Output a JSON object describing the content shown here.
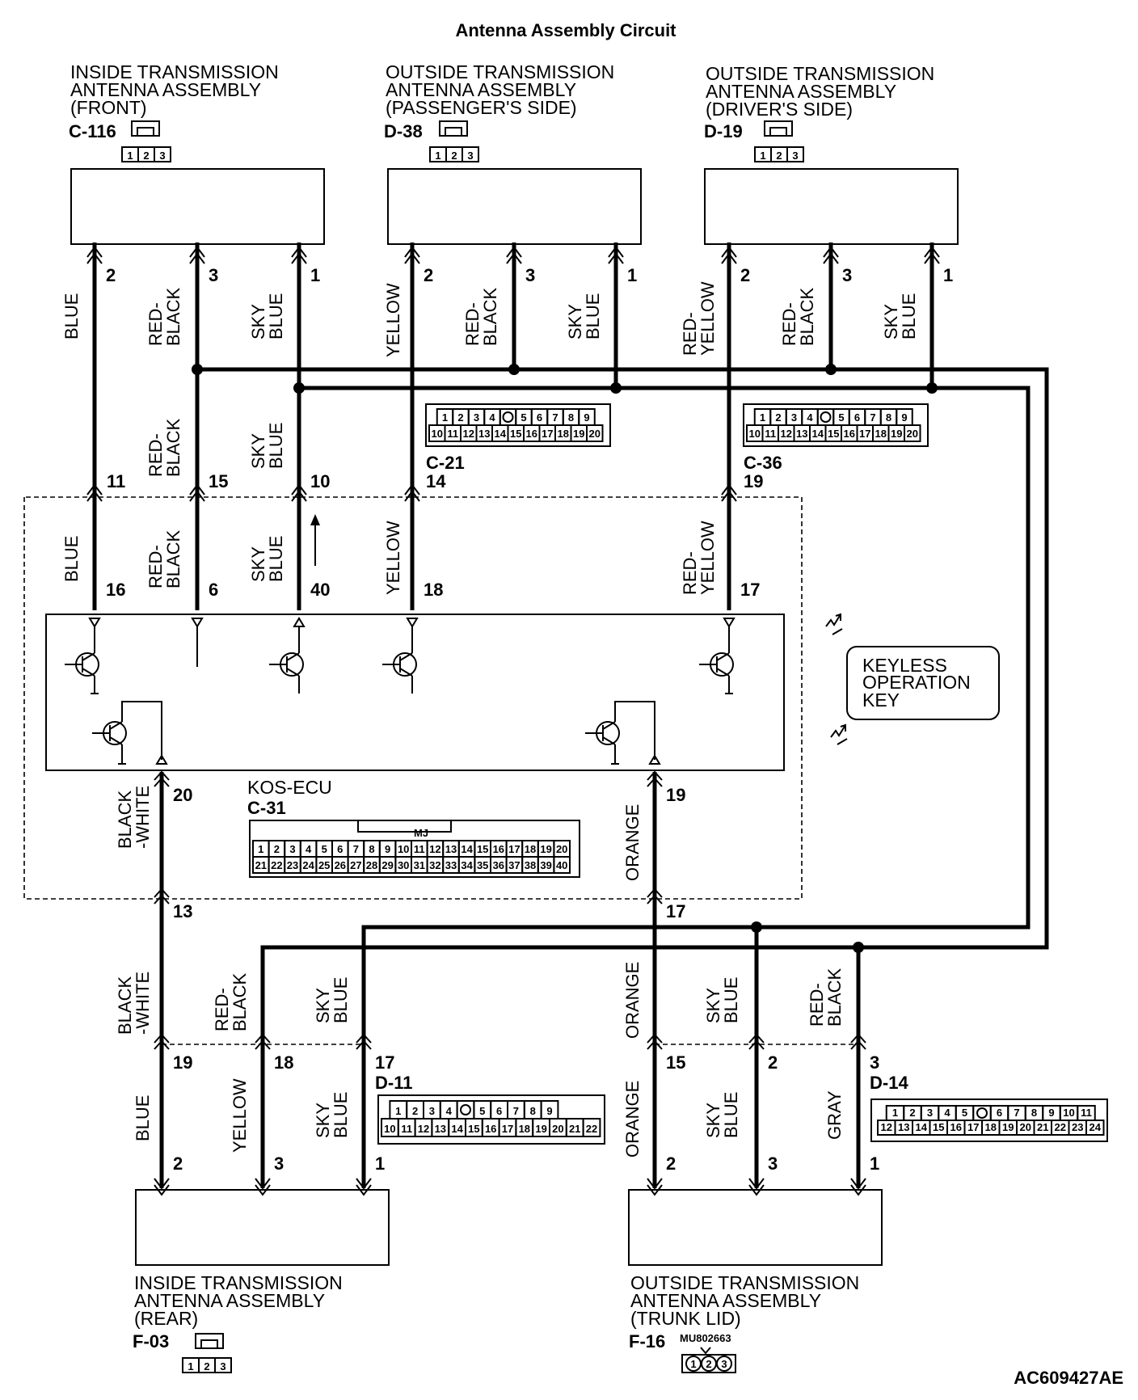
{
  "title": "Antenna Assembly Circuit",
  "figure_id": "AC609427AE",
  "components": {
    "front": {
      "name": [
        "INSIDE TRANSMISSION",
        "ANTENNA ASSEMBLY",
        "(FRONT)"
      ],
      "code": "C-116",
      "pins": [
        "2",
        "3",
        "1"
      ],
      "connector_cells": [
        "1",
        "2",
        "3"
      ]
    },
    "passenger": {
      "name": [
        "OUTSIDE TRANSMISSION",
        "ANTENNA ASSEMBLY",
        "(PASSENGER'S SIDE)"
      ],
      "code": "D-38",
      "pins": [
        "2",
        "3",
        "1"
      ],
      "connector_cells": [
        "1",
        "2",
        "3"
      ]
    },
    "driver": {
      "name": [
        "OUTSIDE TRANSMISSION",
        "ANTENNA ASSEMBLY",
        "(DRIVER'S SIDE)"
      ],
      "code": "D-19",
      "pins": [
        "2",
        "3",
        "1"
      ],
      "connector_cells": [
        "1",
        "2",
        "3"
      ]
    },
    "rear": {
      "name": [
        "INSIDE TRANSMISSION",
        "ANTENNA ASSEMBLY",
        "(REAR)"
      ],
      "code": "F-03",
      "pins": [
        "2",
        "3",
        "1"
      ],
      "connector_cells": [
        "1",
        "2",
        "3"
      ]
    },
    "trunk": {
      "name": [
        "OUTSIDE TRANSMISSION",
        "ANTENNA ASSEMBLY",
        "(TRUNK LID)"
      ],
      "code": "F-16",
      "part_no": "MU802663",
      "pins": [
        "2",
        "3",
        "1"
      ],
      "connector_cells": [
        "1",
        "2",
        "3"
      ]
    },
    "ecu": {
      "name": "KOS-ECU",
      "code": "C-31",
      "marker": "MJ",
      "pins_top": [
        "16",
        "6",
        "40",
        "18",
        "17"
      ],
      "pins_bottom": [
        "20",
        "19"
      ]
    },
    "key": {
      "name": [
        "KEYLESS",
        "OPERATION",
        "KEY"
      ]
    }
  },
  "connectors": {
    "c21": {
      "code": "C-21",
      "pin": "14"
    },
    "c36": {
      "code": "C-36",
      "pin": "19"
    },
    "d11": {
      "code": "D-11",
      "pins": [
        "19",
        "18",
        "17"
      ]
    },
    "d14": {
      "code": "D-14",
      "pins": [
        "15",
        "2",
        "3"
      ]
    },
    "ecu_joint_pins": [
      "11",
      "15",
      "10"
    ],
    "ecu_lower_pins": [
      "13",
      "17"
    ],
    "c21_cells": [
      [
        "1",
        "2",
        "3",
        "4",
        "",
        "5",
        "6",
        "7",
        "8",
        "9"
      ],
      [
        "10",
        "11",
        "12",
        "13",
        "14",
        "15",
        "16",
        "17",
        "18",
        "19",
        "20"
      ]
    ],
    "c31_cells": [
      [
        "1",
        "2",
        "3",
        "4",
        "5",
        "6",
        "7",
        "8",
        "9",
        "10",
        "11",
        "12",
        "13",
        "14",
        "15",
        "16",
        "17",
        "18",
        "19",
        "20"
      ],
      [
        "21",
        "22",
        "23",
        "24",
        "25",
        "26",
        "27",
        "28",
        "29",
        "30",
        "31",
        "32",
        "33",
        "34",
        "35",
        "36",
        "37",
        "38",
        "39",
        "40"
      ]
    ],
    "d11_cells": [
      [
        "1",
        "2",
        "3",
        "4",
        "",
        "5",
        "6",
        "7",
        "8",
        "9"
      ],
      [
        "10",
        "11",
        "12",
        "13",
        "14",
        "15",
        "16",
        "17",
        "18",
        "19",
        "20",
        "21",
        "22"
      ]
    ],
    "d14_cells": [
      [
        "1",
        "2",
        "3",
        "4",
        "5",
        "",
        "6",
        "7",
        "8",
        "9",
        "10",
        "11"
      ],
      [
        "12",
        "13",
        "14",
        "15",
        "16",
        "17",
        "18",
        "19",
        "20",
        "21",
        "22",
        "23",
        "24"
      ]
    ]
  },
  "wires": {
    "blue": "BLUE",
    "red_black": [
      "RED-",
      "BLACK"
    ],
    "sky_blue": [
      "SKY",
      "BLUE"
    ],
    "yellow": "YELLOW",
    "red_yellow": [
      "RED-",
      "YELLOW"
    ],
    "black_white": [
      "BLACK",
      "-WHITE"
    ],
    "orange": "ORANGE",
    "gray": "GRAY"
  }
}
